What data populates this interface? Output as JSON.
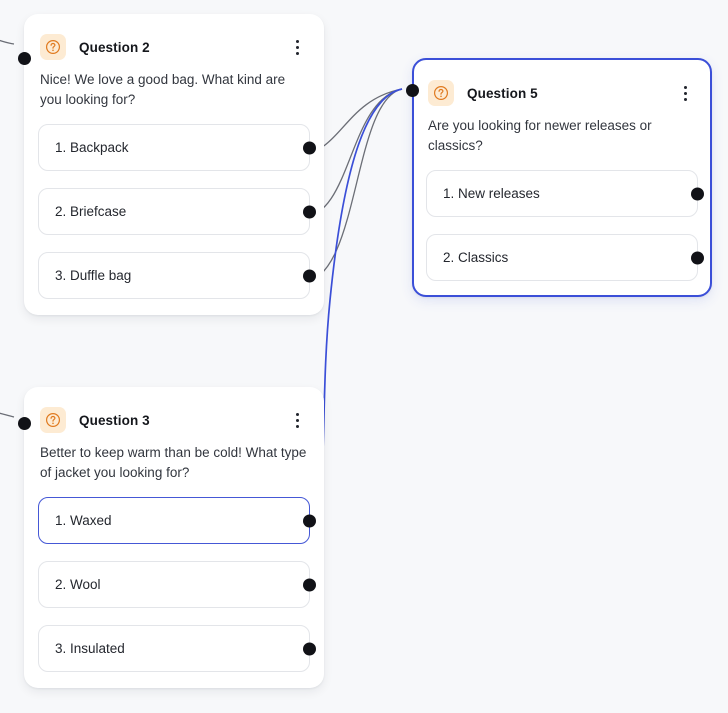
{
  "canvas": {
    "background_color": "#f7f8fa",
    "accent_color": "#3b4fd8",
    "icon_color": "#e07a1f",
    "icon_bg_color": "#fdebd3",
    "port_color": "#111217",
    "edge_color": "#6b6e76",
    "edge_color_selected": "#3b4fd8"
  },
  "nodes": [
    {
      "id": "question-2",
      "title": "Question 2",
      "icon": "question-circle-icon",
      "menu_icon": "kebab-menu-icon",
      "prompt": "Nice! We love a good bag. What kind are you looking for?",
      "selected": false,
      "options": [
        {
          "label": "1. Backpack",
          "selected": false
        },
        {
          "label": "2. Briefcase",
          "selected": false
        },
        {
          "label": "3. Duffle bag",
          "selected": false
        }
      ]
    },
    {
      "id": "question-3",
      "title": "Question 3",
      "icon": "question-circle-icon",
      "menu_icon": "kebab-menu-icon",
      "prompt": "Better to keep warm than be cold! What type of jacket you looking for?",
      "selected": false,
      "options": [
        {
          "label": "1. Waxed",
          "selected": true
        },
        {
          "label": "2. Wool",
          "selected": false
        },
        {
          "label": "3. Insulated",
          "selected": false
        }
      ]
    },
    {
      "id": "question-5",
      "title": "Question 5",
      "icon": "question-circle-icon",
      "menu_icon": "kebab-menu-icon",
      "prompt": "Are you looking for newer releases or classics?",
      "selected": true,
      "options": [
        {
          "label": "1. New releases",
          "selected": false
        },
        {
          "label": "2. Classics",
          "selected": false
        }
      ]
    }
  ],
  "edges": [
    {
      "from": "question-2.option.1. Backpack",
      "to": "question-5.input",
      "highlighted": false
    },
    {
      "from": "question-2.option.2. Briefcase",
      "to": "question-5.input",
      "highlighted": false
    },
    {
      "from": "question-2.option.3. Duffle bag",
      "to": "question-5.input",
      "highlighted": false
    },
    {
      "from": "question-3.option.1. Waxed",
      "to": "question-5.input",
      "highlighted": true
    }
  ]
}
